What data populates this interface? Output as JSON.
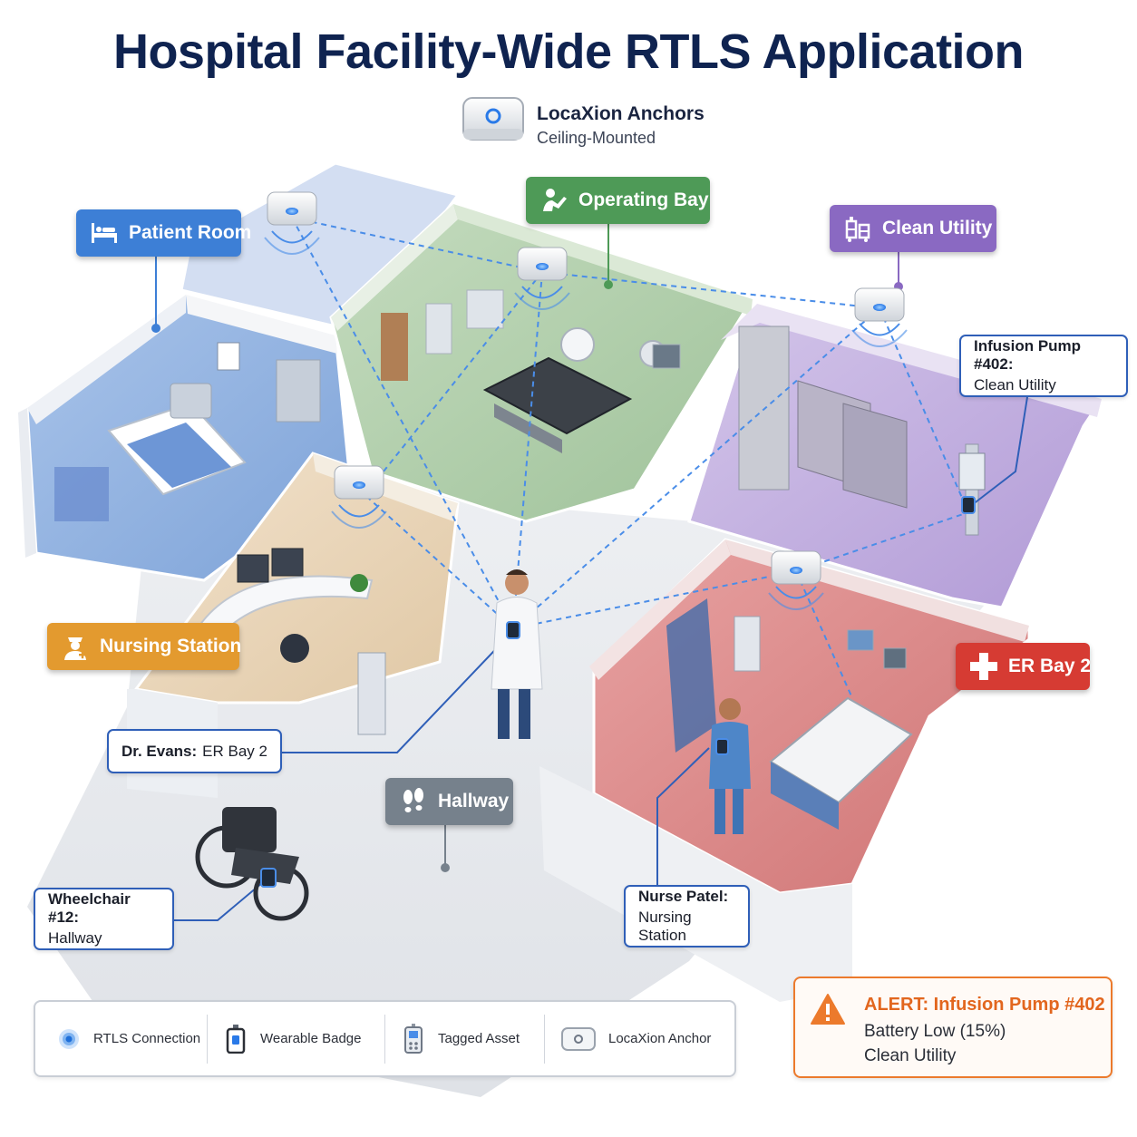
{
  "title": "Hospital Facility-Wide RTLS Application",
  "anchor_legend": {
    "name": "LocaXion Anchors",
    "detail": "Ceiling-Mounted"
  },
  "zones": {
    "patient_room": "Patient Room",
    "operating_bay": "Operating Bay",
    "clean_utility": "Clean Utility",
    "nursing_station": "Nursing Station",
    "er_bay": "ER Bay 2",
    "hallway": "Hallway"
  },
  "tracked": {
    "dr_evans": {
      "name": "Dr. Evans:",
      "location": "ER Bay 2"
    },
    "infusion_pump": {
      "name": "Infusion Pump #402:",
      "location": "Clean Utility"
    },
    "nurse_patel": {
      "name": "Nurse Patel:",
      "location": "Nursing Station"
    },
    "wheelchair": {
      "name": "Wheelchair #12:",
      "location": "Hallway"
    }
  },
  "legend": {
    "rtls_connection": "RTLS Connection",
    "wearable_badge": "Wearable Badge",
    "tagged_asset": "Tagged Asset",
    "locaxion_anchor": "LocaXion Anchor"
  },
  "alert": {
    "title": "ALERT: Infusion Pump #402",
    "line1": "Battery Low (15%)",
    "line2": "Clean Utility"
  },
  "colors": {
    "title": "#0f2350",
    "patient_room": "#3d7fd6",
    "operating_bay": "#4e9a57",
    "clean_utility": "#8a69c2",
    "nursing_station": "#e39a2f",
    "er_bay": "#d63b33",
    "hallway": "#76818c",
    "rtls_link": "#4a8de8",
    "alert": "#e2661e"
  }
}
